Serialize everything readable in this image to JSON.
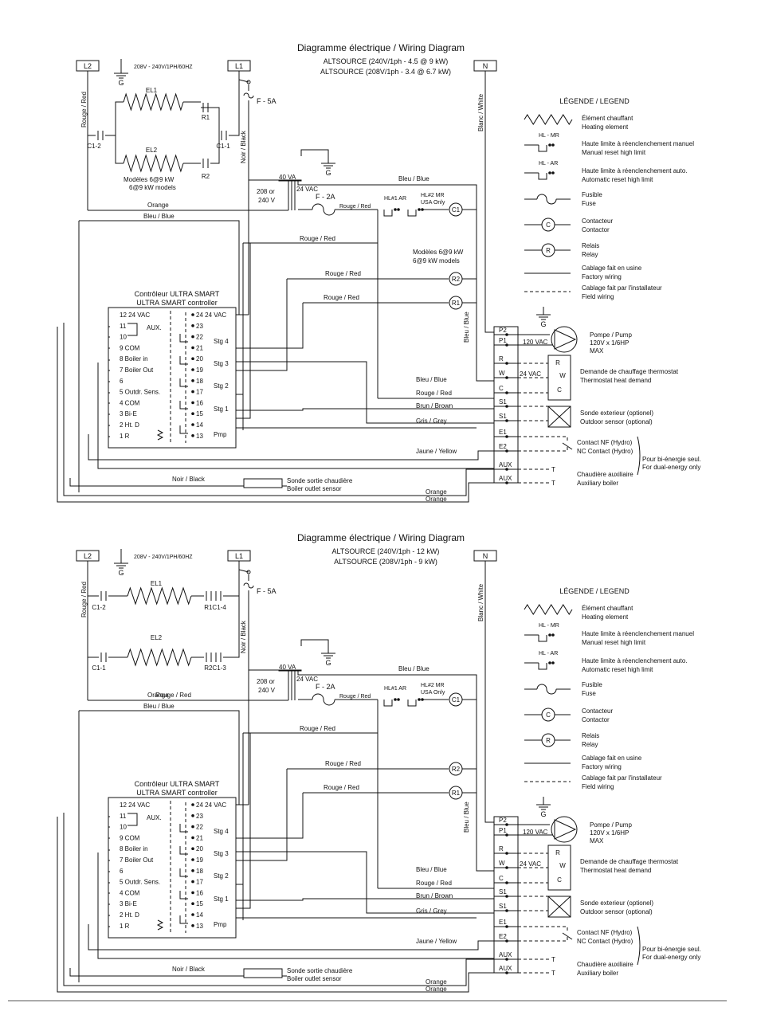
{
  "diagram1": {
    "title": "Diagramme électrique /  Wiring Diagram",
    "model_line1": "ALTSOURCE (240V/1ph - 4.5 @ 9  kW)",
    "model_line2": "ALTSOURCE (208V/1ph - 3.4  @ 6.7 kW)",
    "supply": "208V - 240V/1PH/60HZ",
    "models_note": [
      "Modèles 6@9 kW",
      "6@9 kW models"
    ],
    "el1": "EL1",
    "el2": "EL2",
    "c_left": "C1-2",
    "c_right": "C1-1",
    "r_top": "R1",
    "r_bot": "R2",
    "relays_note": [
      "Modèles 6@9 kW",
      "6@9 kW models"
    ]
  },
  "diagram2": {
    "title": "Diagramme électrique /  Wiring Diagram",
    "model_line1": "ALTSOURCE (240V/1ph - 12 kW)",
    "model_line2": "ALTSOURCE (208V/1ph - 9 kW)",
    "supply": "208V - 240V/1PH/60HZ",
    "el1": "EL1",
    "el2": "EL2",
    "c_top_left": "C1-2",
    "r_top": "R1C1-4",
    "c_bot_left": "C1-1",
    "r_bot": "R2C1-3"
  },
  "common": {
    "L2": "L2",
    "L1": "L1",
    "N": "N",
    "G": "G",
    "fuse5": "F - 5A",
    "fuse2": "F - 2A",
    "transformer_va": "40 VA",
    "transformer_in": [
      "208 or",
      "240 V"
    ],
    "transformer_out": "24 VAC",
    "hl1": "HL#1 AR",
    "hl2": "HL#2 MR",
    "usa": "USA Only",
    "c1": "C1",
    "r1": "R1",
    "r2": "R2",
    "noir_black": "Noir / Black",
    "blanc_white": "Blanc / White",
    "bleu_blue_v": "Bleu / Blue",
    "rouge_red_v": "Rouge / Red",
    "wires": {
      "orange": "Orange",
      "bleu": "Bleu / Blue",
      "rouge": "Rouge / Red",
      "brun": "Brun / Brown",
      "gris": "Gris / Grey",
      "jaune": "Jaune / Yellow",
      "noir": "Noir / Black",
      "rouge_red": "Rouge / Red"
    },
    "controller": {
      "title1": "Contrôleur ULTRA SMART",
      "title2": "ULTRA SMART controller",
      "left": [
        "12  24 VAC",
        "11",
        "10",
        "9  COM",
        "8  Boiler in",
        "7  Boiler Out",
        "6",
        "5  Outdr. Sens.",
        "4  COM",
        "3  Bi-E",
        "2  Ht. D",
        "1  R"
      ],
      "aux": "AUX.",
      "right": [
        "24  24 VAC",
        "23",
        "22",
        "21",
        "20",
        "19",
        "18",
        "17",
        "16",
        "15",
        "14",
        "13"
      ],
      "stg4": "Stg 4",
      "stg3": "Stg 3",
      "stg2": "Stg 2",
      "stg1": "Stg 1",
      "pmp": "Pmp"
    },
    "terminals": [
      "P2",
      "P1",
      "R",
      "W",
      "C",
      "S1",
      "S1",
      "E1",
      "E2",
      "AUX",
      "AUX"
    ],
    "thermostat": [
      "R",
      "W",
      "C"
    ],
    "t_label": "T",
    "vac24": "24 VAC",
    "pump": [
      "Pompe / Pump",
      "120V x 1/6HP",
      "MAX"
    ],
    "vac120": "120 VAC",
    "thermostat_desc": [
      "Demande de chauffage thermostat",
      "Thermostat heat demand"
    ],
    "sensor_desc": [
      "Sonde exterieur (optionel)",
      "Outdoor sensor (optional)"
    ],
    "contact_desc": [
      "Contact NF (Hydro)",
      "NC Contact (Hydro)"
    ],
    "dual": [
      "Pour bi-énergie seul.",
      "For dual-energy only"
    ],
    "aux_boiler": [
      "Chaudière auxiliaire",
      "Auxiliary boiler"
    ],
    "outlet_sensor": [
      "Sonde sortie chaudière",
      "Boiler outlet sensor"
    ],
    "legend": {
      "title": "LÉGENDE / LEGEND",
      "heating": [
        "Élément chauffant",
        "Heating element"
      ],
      "hl_mr_tag": "HL - MR",
      "manual": [
        "Haute limite à réenclenchement manuel",
        "Manual reset high limit"
      ],
      "hl_ar_tag": "HL - AR",
      "auto": [
        "Haute limite à réenclenchement auto.",
        "Automatic reset high limit"
      ],
      "fuse": [
        "Fusible",
        "Fuse"
      ],
      "contactor": [
        "Contacteur",
        "Contactor"
      ],
      "relay": [
        "Relais",
        "Relay"
      ],
      "factory": [
        "Cablage fait en usine",
        "Factory wiring"
      ],
      "field": [
        "Cablage fait par l'installateur",
        "Field wiring"
      ],
      "c_sym": "C",
      "r_sym": "R"
    }
  }
}
